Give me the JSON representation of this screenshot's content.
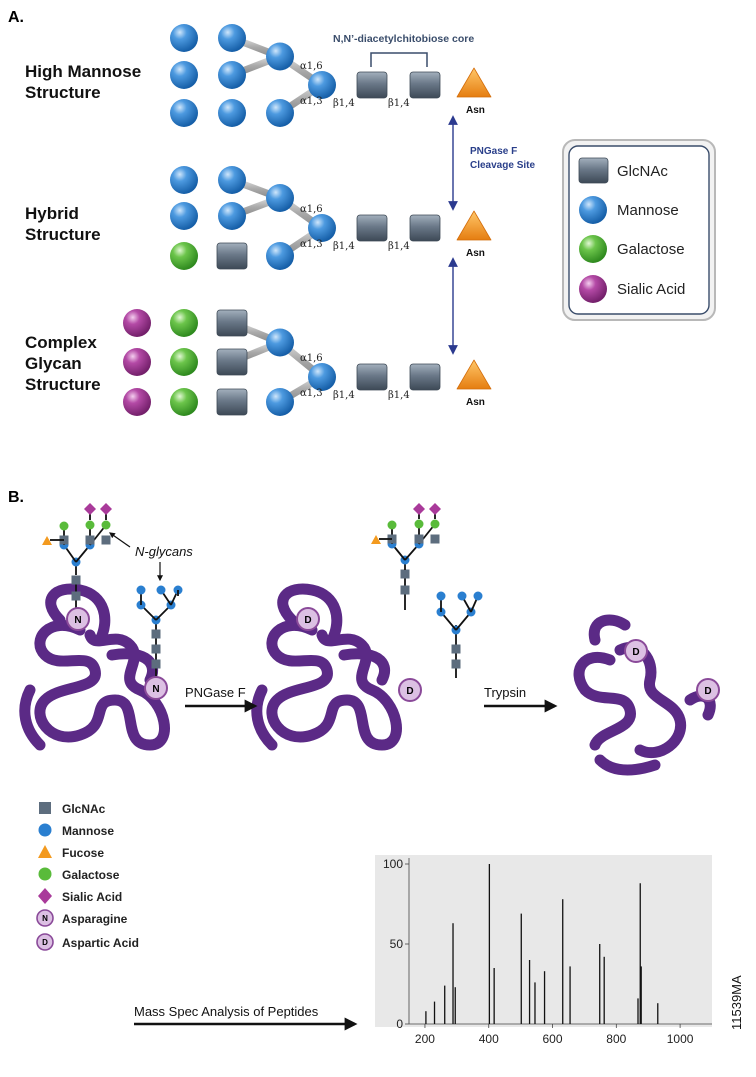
{
  "panel_a": {
    "label": "A.",
    "structures": [
      {
        "line1": "High Mannose",
        "line2": "Structure",
        "line3": ""
      },
      {
        "line1": "Hybrid",
        "line2": "Structure",
        "line3": ""
      },
      {
        "line1": "Complex",
        "line2": "Glycan",
        "line3": "Structure"
      }
    ],
    "core_label": "N,N’-diacetylchitobiose core",
    "pngase_site_line1": "PNGase F",
    "pngase_site_line2": "Cleavage Site",
    "asn": "Asn",
    "linkages": {
      "a16": "α1,6",
      "a13": "α1,3",
      "b14": "β1,4"
    },
    "legend": [
      "GlcNAc",
      "Mannose",
      "Galactose",
      "Sialic Acid"
    ]
  },
  "panel_b": {
    "label": "B.",
    "nglycans": "N-glycans",
    "pngase_label": "PNGase F",
    "trypsin_label": "Trypsin",
    "residue_n": "N",
    "residue_d": "D",
    "legend": [
      "GlcNAc",
      "Mannose",
      "Fucose",
      "Galactose",
      "Sialic Acid",
      "Asparagine",
      "Aspartic Acid"
    ],
    "ms_label": "Mass Spec Analysis of Peptides",
    "figure_id": "11539MA"
  },
  "colors": {
    "glcnac": "#5d6d7e",
    "mannose": "#2a7fd0",
    "galactose": "#59bb3a",
    "sialic": "#a93a9a",
    "fucose": "#f39a1f",
    "protein": "#5b2a86",
    "arrow_blue": "#2b3a8f"
  },
  "chart_data": {
    "type": "bar",
    "title": "",
    "xlabel": "",
    "ylabel": "",
    "xlim": [
      150,
      1100
    ],
    "ylim": [
      0,
      100
    ],
    "x_ticks": [
      200,
      400,
      600,
      800,
      1000
    ],
    "y_ticks": [
      0,
      50,
      100
    ],
    "x": [
      203,
      230,
      262,
      288,
      295,
      402,
      417,
      502,
      528,
      545,
      575,
      632,
      655,
      748,
      762,
      868,
      875,
      878,
      930
    ],
    "values": [
      8,
      14,
      24,
      63,
      23,
      100,
      35,
      69,
      40,
      26,
      33,
      78,
      36,
      50,
      42,
      16,
      88,
      36,
      13
    ]
  }
}
